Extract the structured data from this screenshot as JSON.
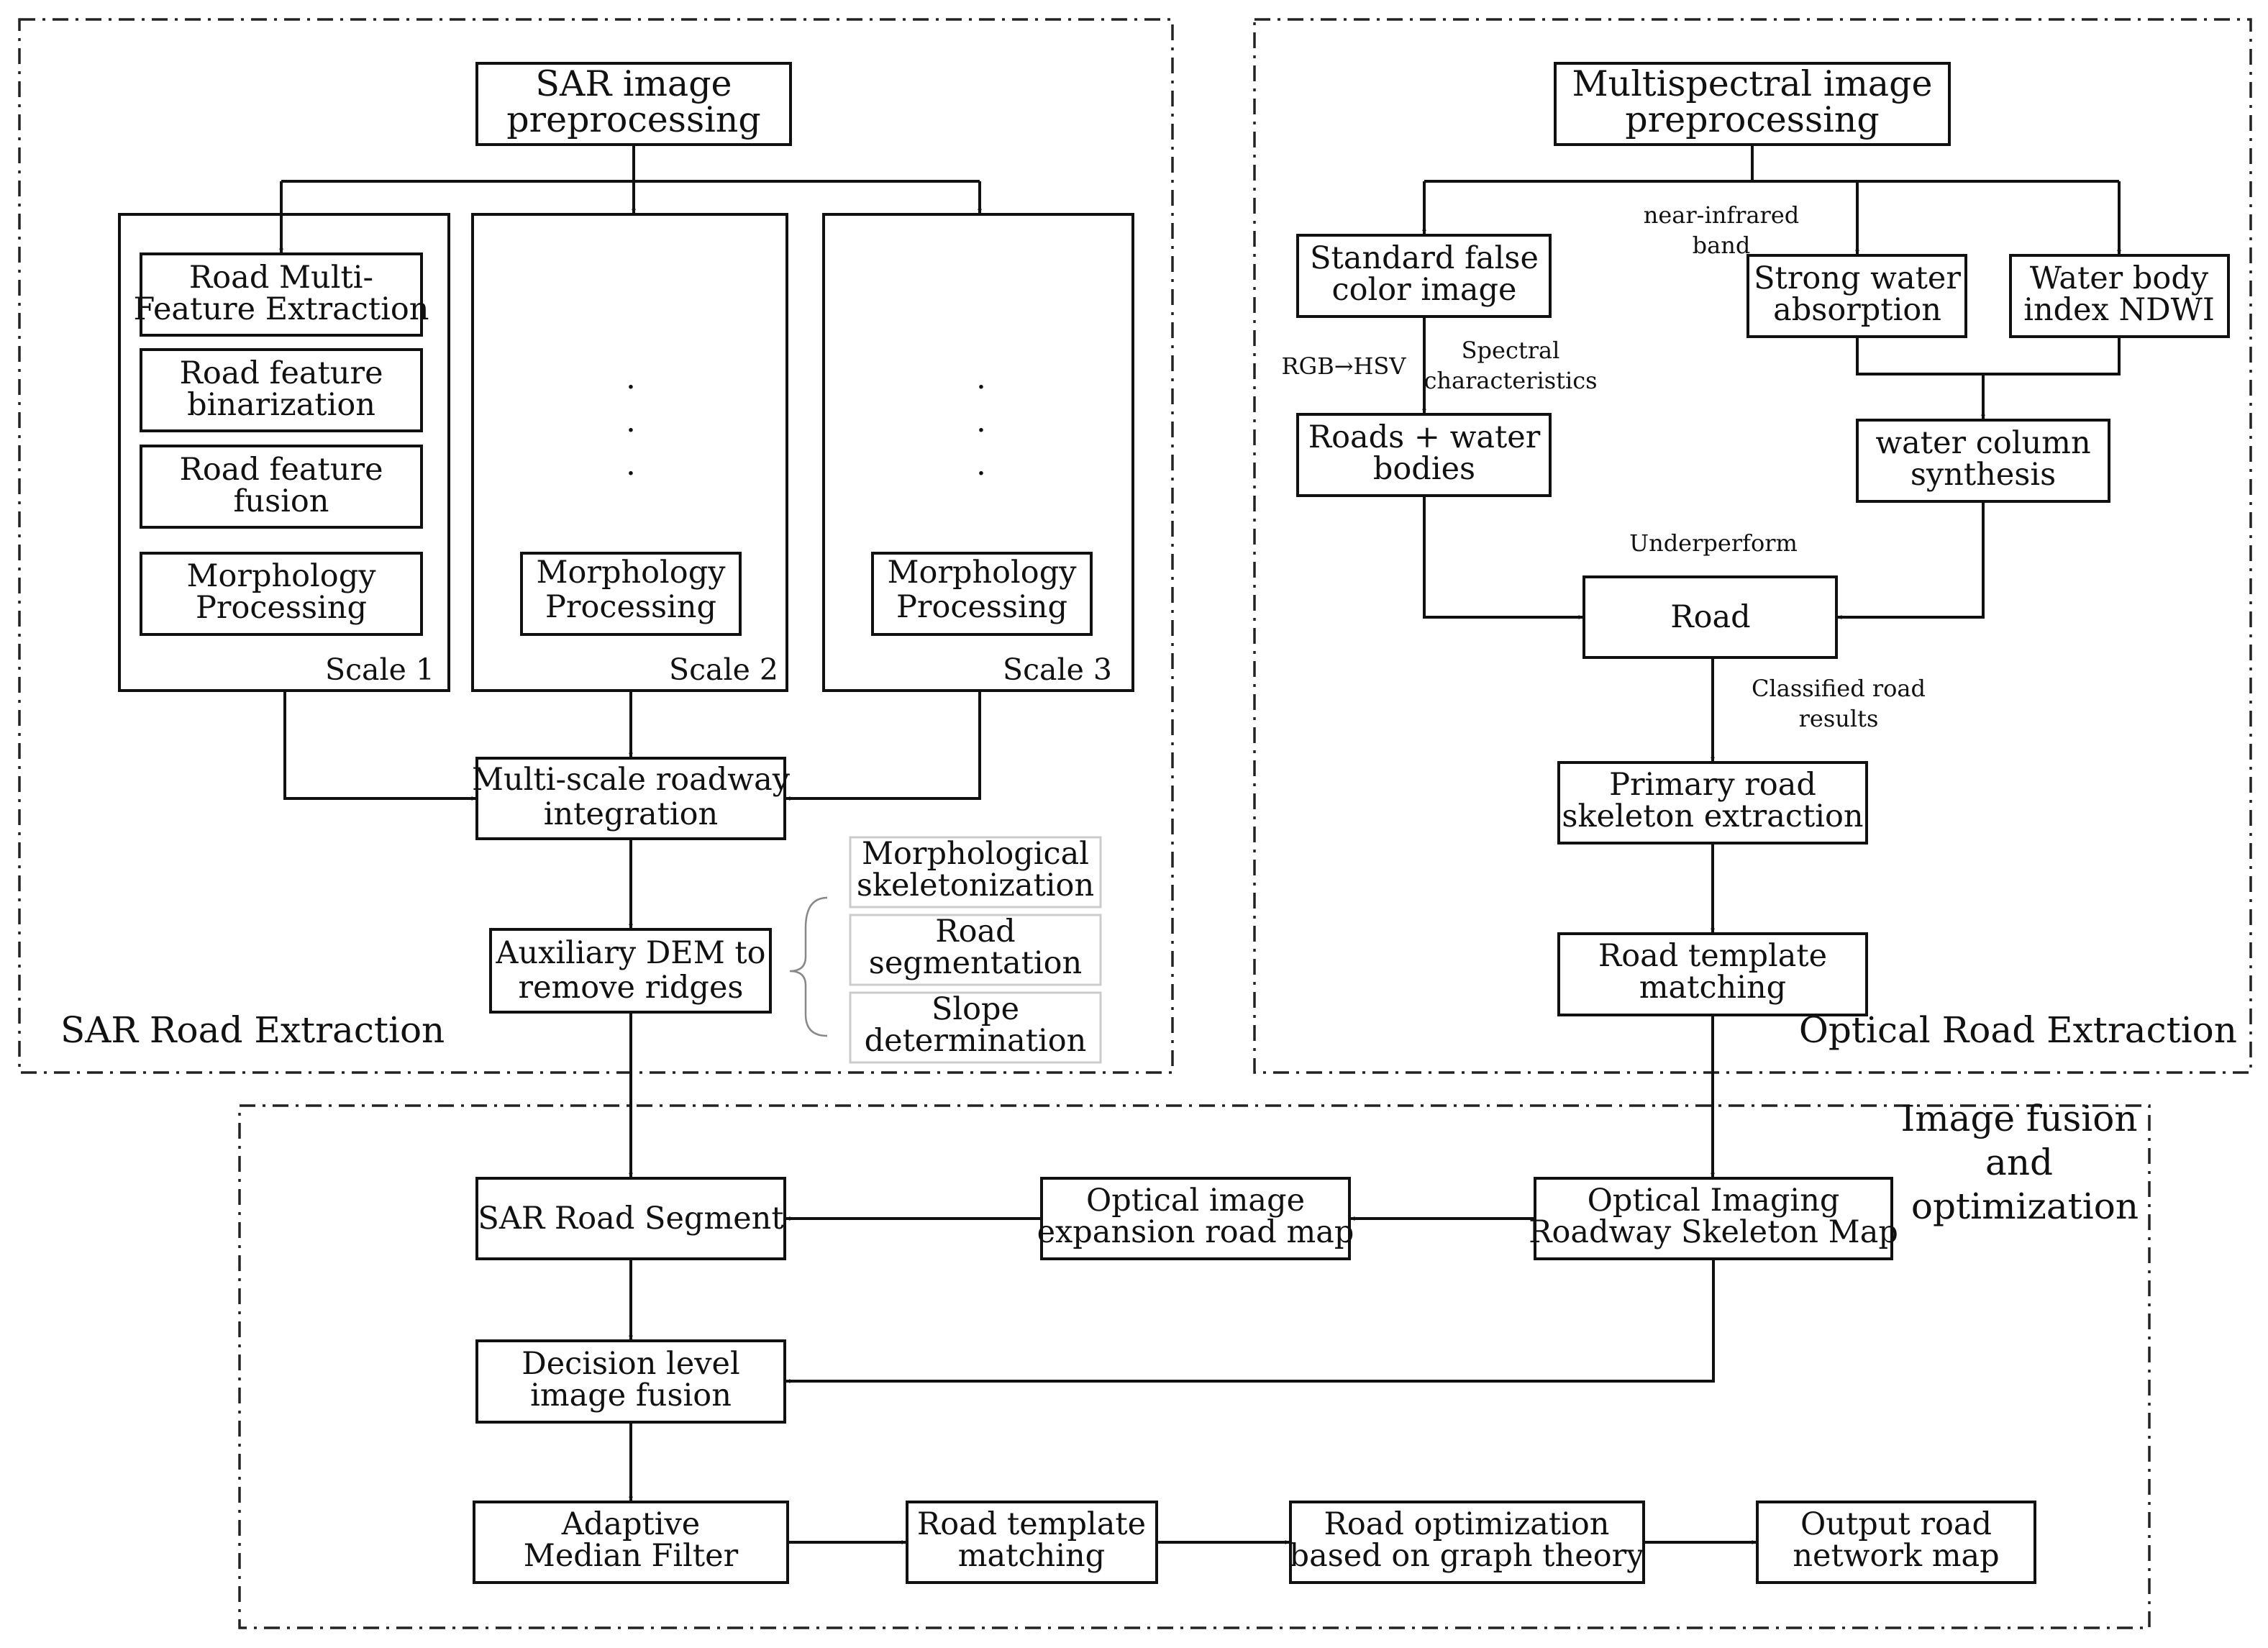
{
  "regions": {
    "sar": "SAR Road Extraction",
    "optical": "Optical Road Extraction",
    "fusion": "Image fusion and optimization"
  },
  "sar": {
    "preprocessing": "SAR image preprocessing",
    "scale1_items": [
      "Road Multi-Feature Extraction",
      "Road feature binarization",
      "Road feature fusion",
      "Morphology Processing"
    ],
    "scale2_item": "Morphology Processing",
    "scale3_item": "Morphology Processing",
    "scale_labels": [
      "Scale 1",
      "Scale 2",
      "Scale 3"
    ],
    "ellipsis": ".",
    "integration": "Multi-scale roadway integration",
    "dem": "Auxiliary DEM to remove ridges",
    "dem_steps": [
      "Morphological skeletonization",
      "Road segmentation",
      "Slope determination"
    ]
  },
  "optical": {
    "preprocessing": "Multispectral image preprocessing",
    "false_color": "Standard false color image",
    "water_absorption": "Strong water absorption",
    "ndwi": "Water body index NDWI",
    "roads_water": "Roads + water bodies",
    "water_synthesis": "water column synthesis",
    "road": "Road",
    "primary_skeleton": "Primary road skeleton extraction",
    "template_matching": "Road template matching",
    "label_nir": "near-infrared band",
    "label_rgb_hsv": "RGB→HSV",
    "label_spectral": "Spectral characteristics",
    "label_underperform": "Underperform",
    "label_classified": "Classified road results"
  },
  "fusion": {
    "sar_segment": "SAR Road Segment",
    "optical_expansion": "Optical image expansion road map",
    "optical_skeleton": "Optical Imaging Roadway Skeleton Map",
    "decision_fusion": "Decision level image fusion",
    "median_filter": "Adaptive Median Filter",
    "template_matching": "Road template matching",
    "graph_optimization": "Road optimization based on graph theory",
    "output": "Output road network map"
  }
}
